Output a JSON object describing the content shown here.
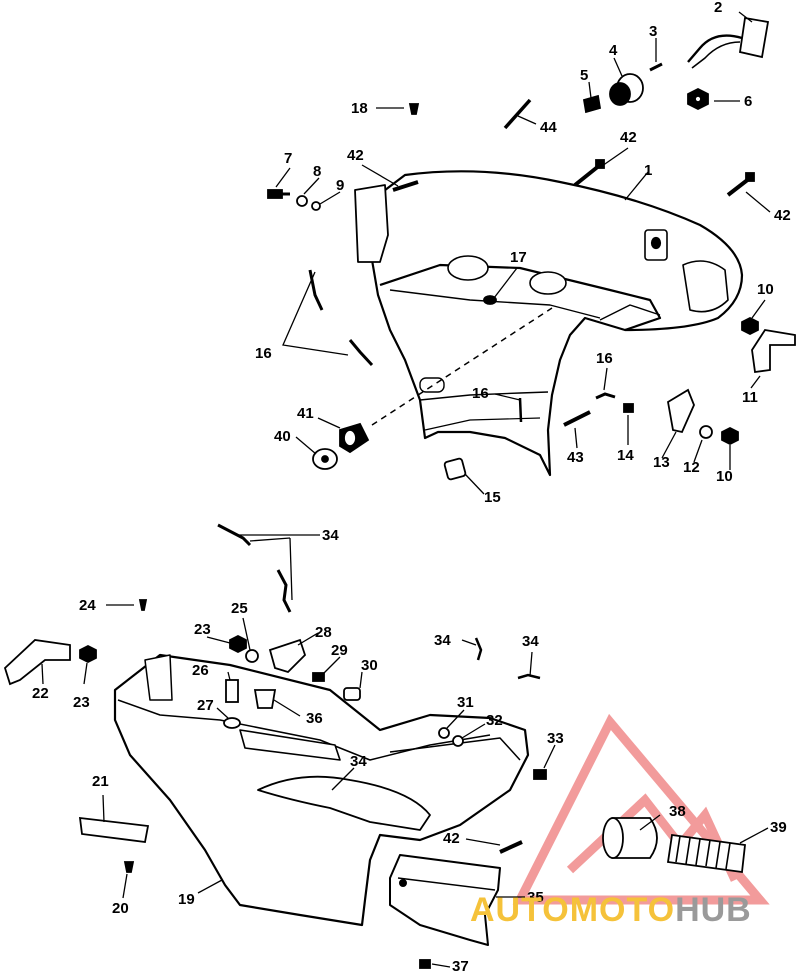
{
  "callouts": [
    "1",
    "2",
    "3",
    "4",
    "5",
    "6",
    "7",
    "8",
    "9",
    "10",
    "10",
    "11",
    "12",
    "13",
    "14",
    "15",
    "16",
    "16",
    "16",
    "17",
    "18",
    "19",
    "20",
    "21",
    "22",
    "23",
    "23",
    "24",
    "25",
    "26",
    "27",
    "28",
    "29",
    "30",
    "31",
    "32",
    "33",
    "34",
    "34",
    "34",
    "34",
    "35",
    "36",
    "37",
    "38",
    "39",
    "40",
    "41",
    "42",
    "42",
    "42",
    "42",
    "43",
    "44"
  ],
  "watermark": {
    "brand_part1": "AUTOMOTO",
    "brand_part2": "HUB",
    "triangle_color": "#f08a8a",
    "text_color_1": "#f5c23a",
    "text_color_2": "#9a9a9a"
  }
}
